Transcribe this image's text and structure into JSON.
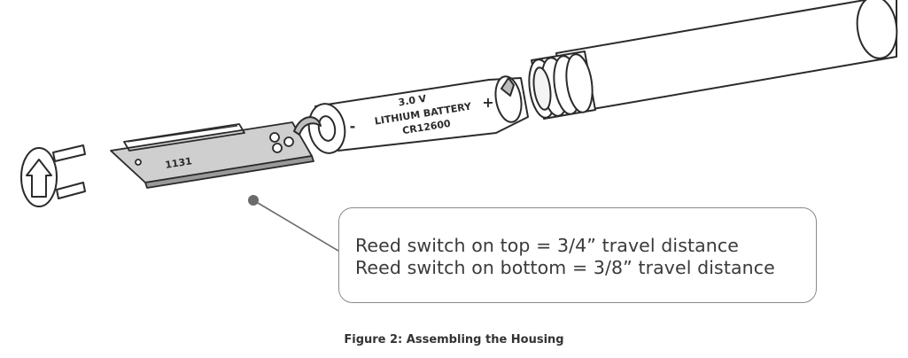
{
  "figure": {
    "caption": "Figure 2:  Assembling the Housing"
  },
  "battery": {
    "voltage": "3.0 V",
    "type": "LITHIUM BATTERY",
    "model": "CR12600",
    "minus_symbol": "-",
    "plus_symbol": "+"
  },
  "circuit_board": {
    "label": "1131"
  },
  "callout": {
    "line1": "Reed switch on top = 3/4” travel distance",
    "line2": "Reed switch on bottom = 3/8” travel distance"
  },
  "colors": {
    "stroke": "#2b2b2b",
    "callout_border": "#8a8a8a",
    "board_fill": "#cfcfcf",
    "marker_fill": "#6b6b6b"
  }
}
